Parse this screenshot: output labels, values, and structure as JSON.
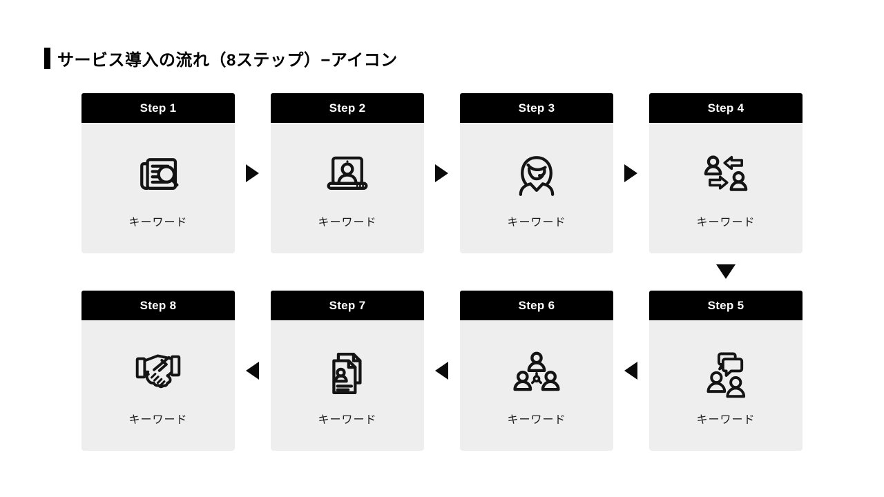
{
  "title": {
    "text": "サービス導入の流れ（8ステップ）−アイコン"
  },
  "colors": {
    "header_bg": "#000000",
    "header_text": "#ffffff",
    "card_bg": "#eeeeee",
    "arrow": "#0a0a0a",
    "icon_stroke": "#141414",
    "accent_bar": "#000000"
  },
  "steps": [
    {
      "label": "Step 1",
      "keyword": "キーワード",
      "icon": "newspaper-search-icon"
    },
    {
      "label": "Step 2",
      "keyword": "キーワード",
      "icon": "laptop-video-call-icon"
    },
    {
      "label": "Step 3",
      "keyword": "キーワード",
      "icon": "support-operator-icon"
    },
    {
      "label": "Step 4",
      "keyword": "キーワード",
      "icon": "people-exchange-icon"
    },
    {
      "label": "Step 5",
      "keyword": "キーワード",
      "icon": "people-chat-icon"
    },
    {
      "label": "Step 6",
      "keyword": "キーワード",
      "icon": "team-network-icon"
    },
    {
      "label": "Step 7",
      "keyword": "キーワード",
      "icon": "profile-documents-icon"
    },
    {
      "label": "Step 8",
      "keyword": "キーワード",
      "icon": "handshake-icon"
    }
  ],
  "flow": {
    "row1_direction": "right",
    "row2_direction": "left",
    "connector": "down"
  }
}
